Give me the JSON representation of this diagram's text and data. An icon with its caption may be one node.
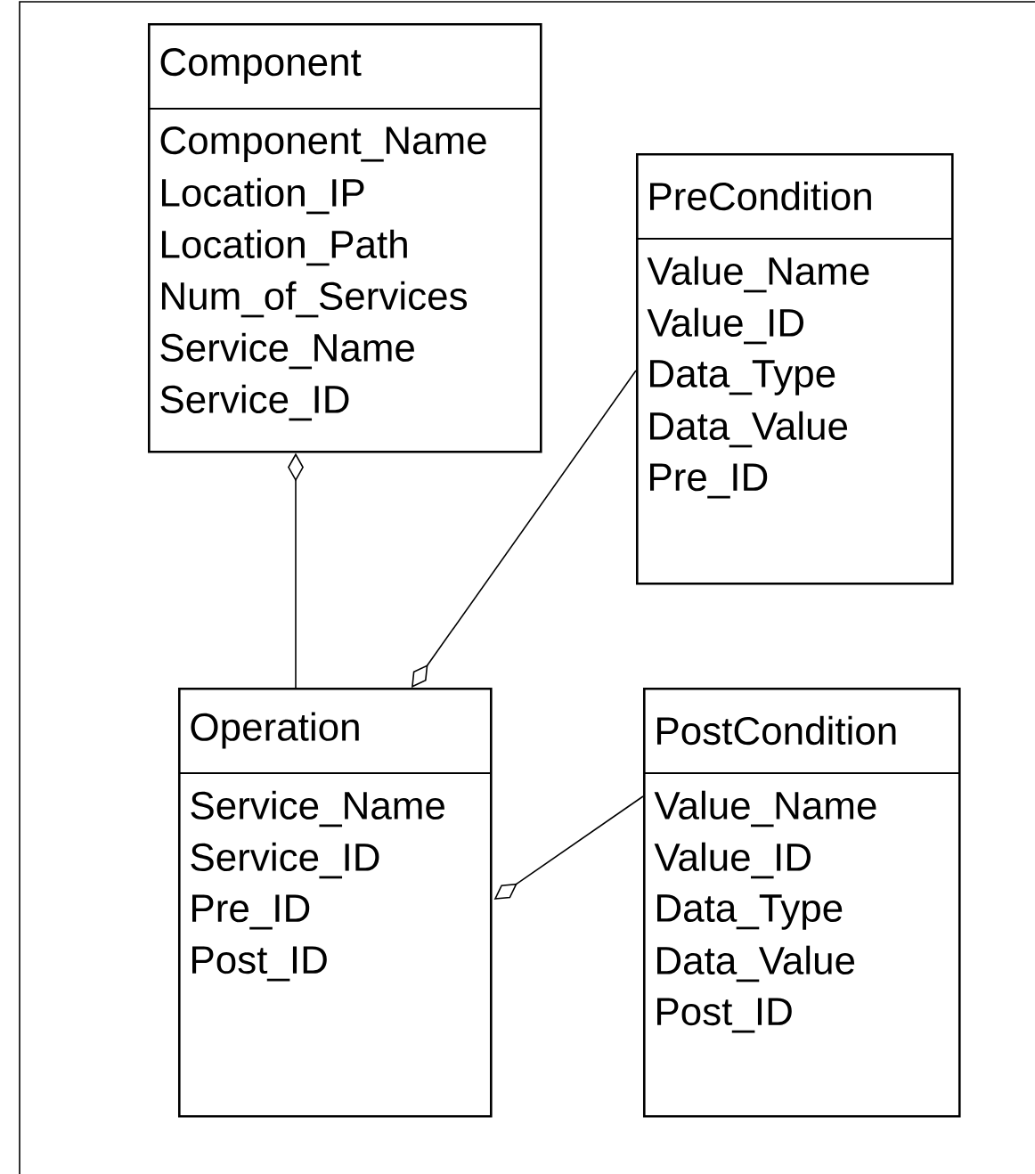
{
  "diagram": {
    "nodes": [
      {
        "text": [
          "Component",
          "Component_Name",
          "Location_IP",
          "Location_Path",
          "Num_of_Services",
          "Service_Name",
          "Service_ID"
        ]
      },
      {
        "text": [
          "PreCondition",
          "Value_Name",
          "Value_ID",
          "Data_Type",
          "Data_Value",
          "Pre_ID"
        ]
      },
      {
        "text": [
          "Operation",
          "Service_Name",
          "Service_ID",
          "Pre_ID",
          "Post_ID"
        ]
      },
      {
        "text": [
          "PostCondition",
          "Value_Name",
          "Value_ID",
          "Data_Type",
          "Data_Value",
          "Post_ID"
        ]
      }
    ],
    "edges": [
      {
        "from": 0,
        "to": 2,
        "arrow": "other"
      },
      {
        "from": 2,
        "to": 1,
        "arrow": "other"
      },
      {
        "from": 2,
        "to": 3,
        "arrow": "other"
      }
    ]
  }
}
